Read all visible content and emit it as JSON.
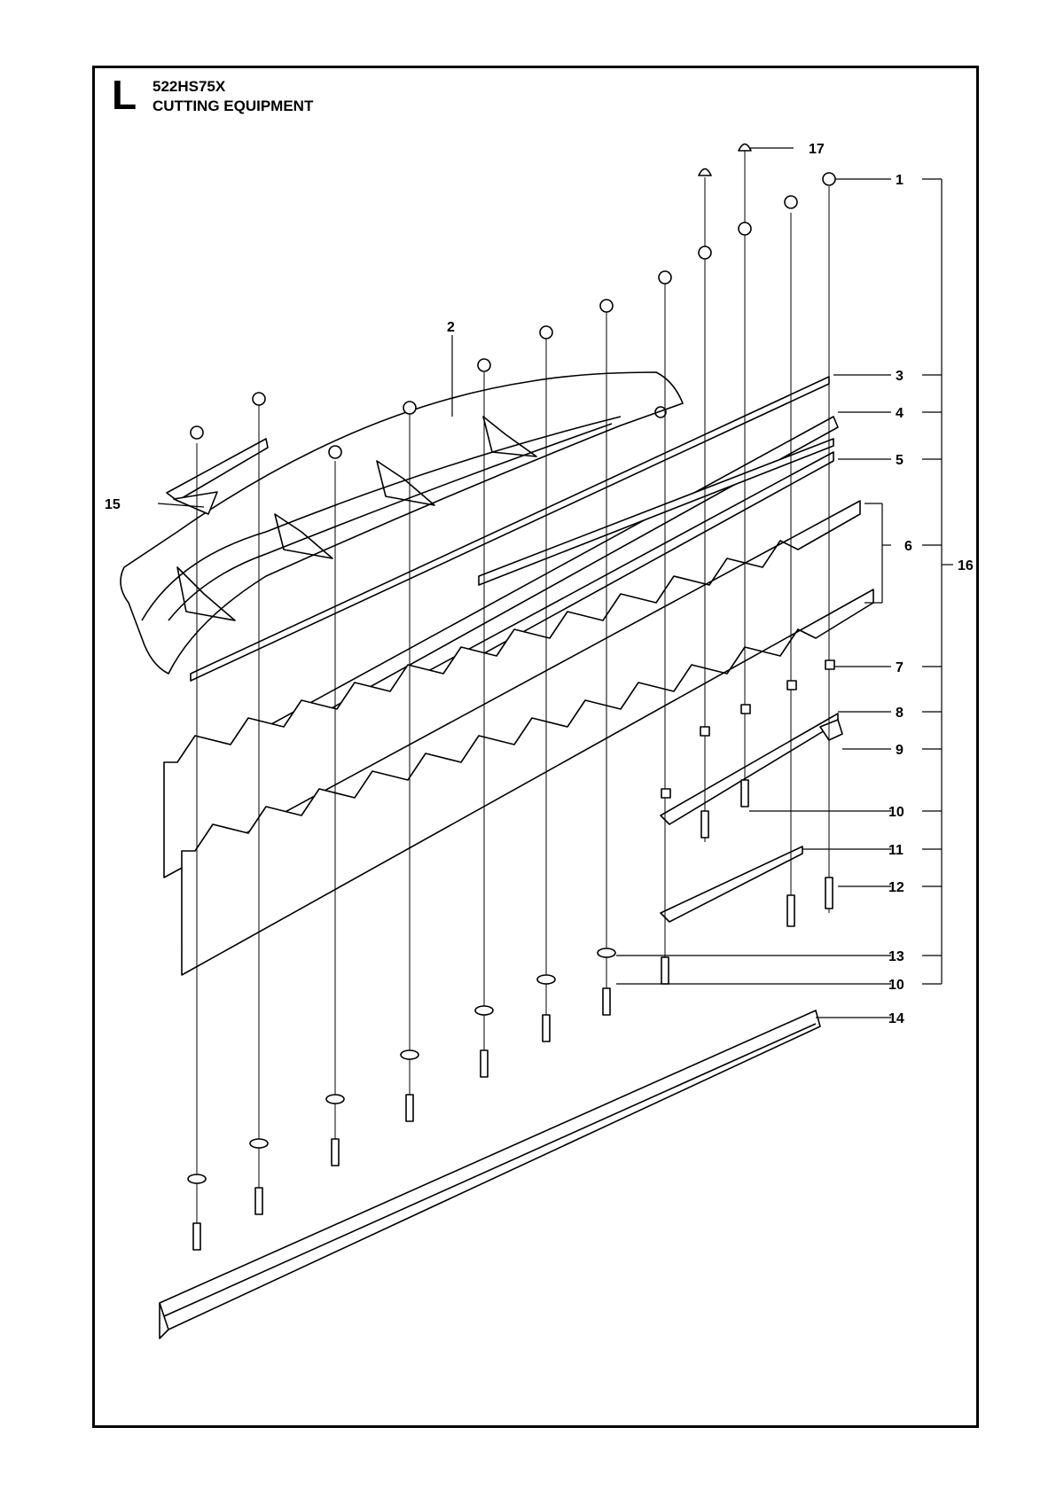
{
  "header": {
    "section_letter": "L",
    "model": "522HS75X",
    "title": "CUTTING EQUIPMENT"
  },
  "callouts": {
    "c1": "1",
    "c2": "2",
    "c3": "3",
    "c4": "4",
    "c5": "5",
    "c6": "6",
    "c7": "7",
    "c8": "8",
    "c9": "9",
    "c10a": "10",
    "c10b": "10",
    "c11": "11",
    "c12": "12",
    "c13": "13",
    "c14": "14",
    "c15": "15",
    "c16": "16",
    "c17": "17"
  }
}
